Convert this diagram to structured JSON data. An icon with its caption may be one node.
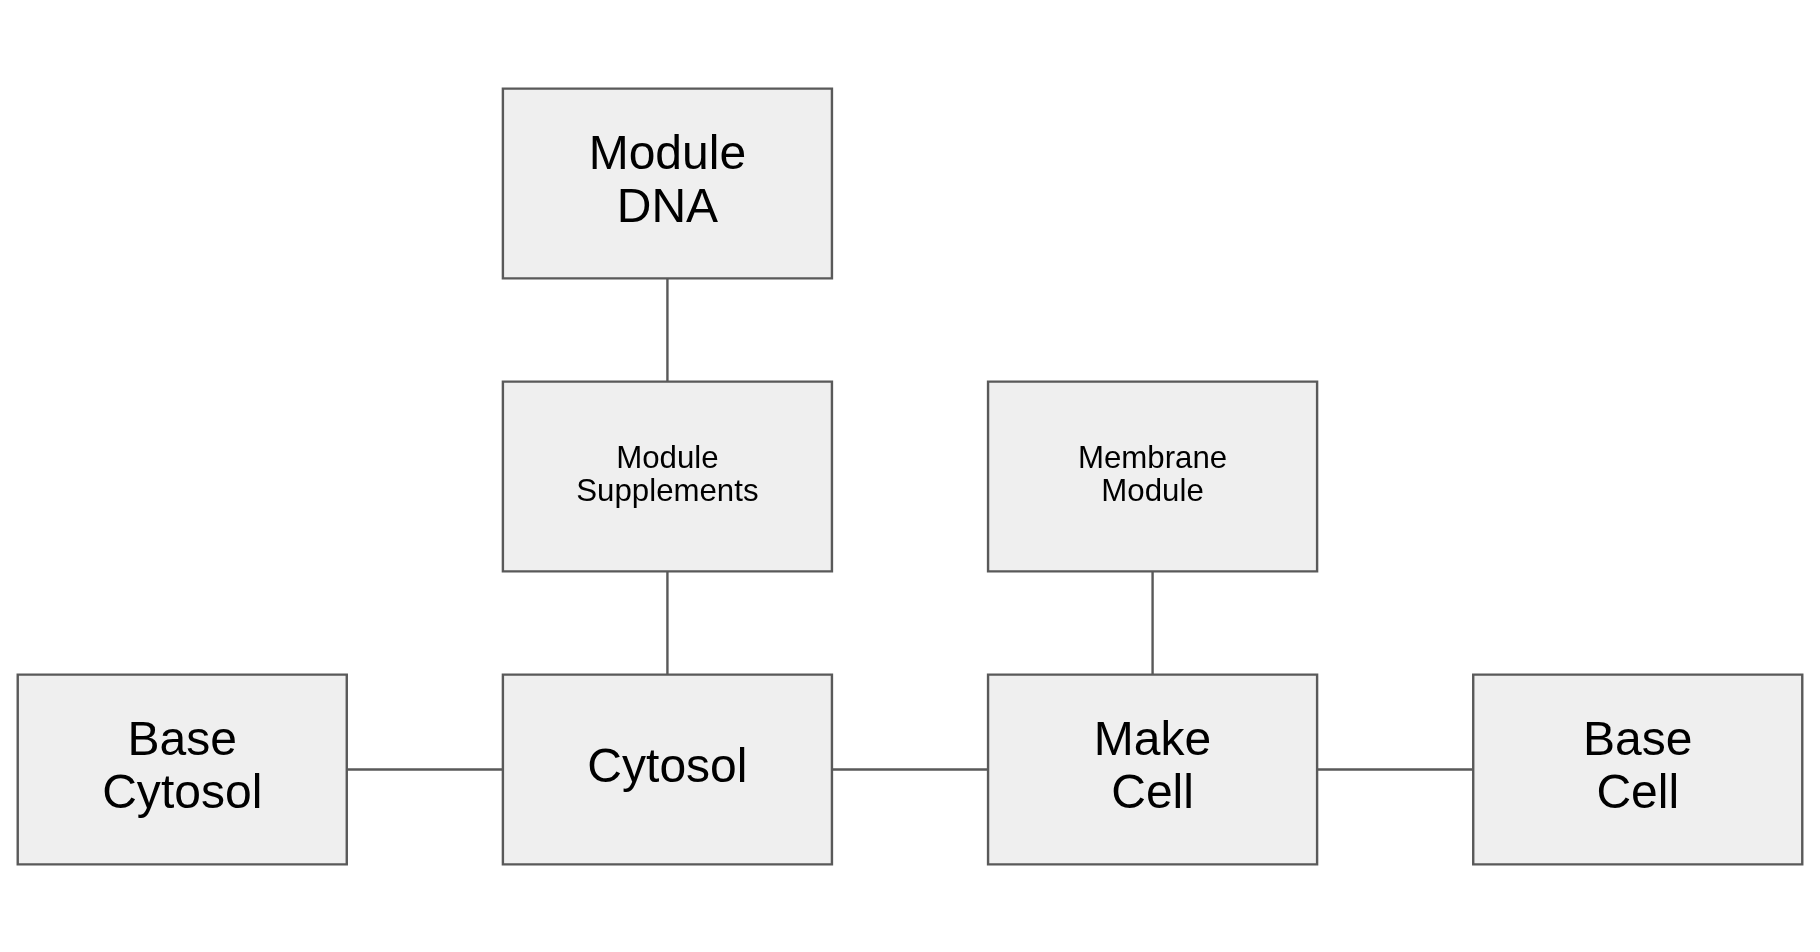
{
  "diagram": {
    "nodes": [
      {
        "text": [
          "Module DNA"
        ]
      },
      {
        "text": [
          "Module Supplements"
        ]
      },
      {
        "text": [
          "Membrane Module"
        ]
      },
      {
        "text": [
          "Base Cytosol"
        ]
      },
      {
        "text": [
          "Cytosol"
        ]
      },
      {
        "text": [
          "Make Cell"
        ]
      },
      {
        "text": [
          "Base Cell"
        ]
      }
    ],
    "edges": [
      {
        "from": 0,
        "to": 1,
        "arrow": "none"
      },
      {
        "from": 1,
        "to": 4,
        "arrow": "none"
      },
      {
        "from": 3,
        "to": 4,
        "arrow": "none"
      },
      {
        "from": 4,
        "to": 5,
        "arrow": "none"
      },
      {
        "from": 2,
        "to": 5,
        "arrow": "none"
      },
      {
        "from": 5,
        "to": 6,
        "arrow": "none"
      }
    ]
  }
}
